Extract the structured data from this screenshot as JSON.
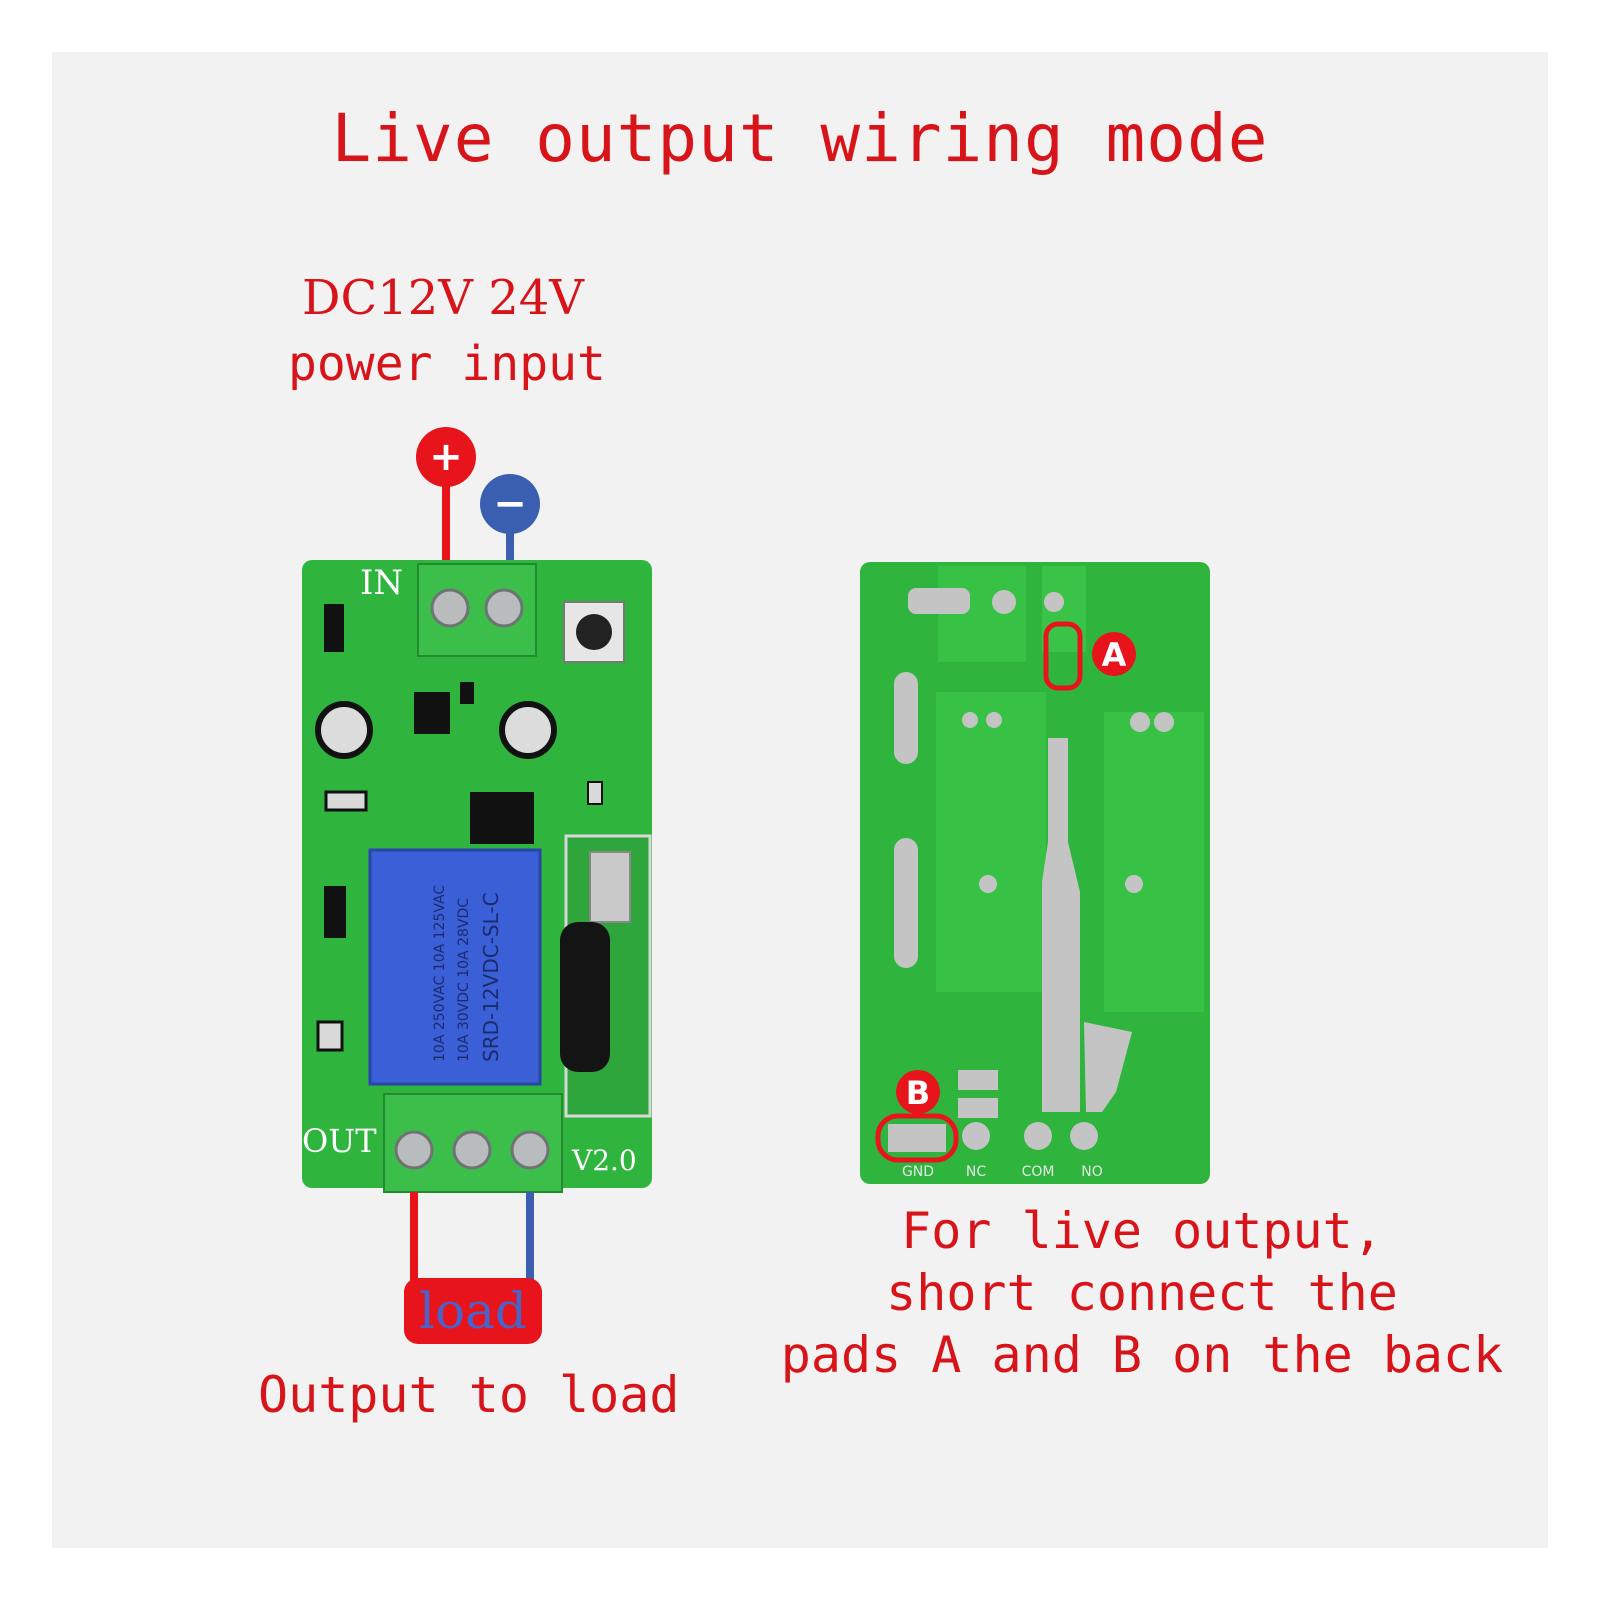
{
  "title": "Live output wiring mode",
  "power": {
    "voltage": "DC12V 24V",
    "label": "power input",
    "plus_symbol": "+",
    "minus_symbol": "−"
  },
  "front_board": {
    "in_label": "IN",
    "out_label": "OUT",
    "version": "V2.0",
    "relay_text": [
      "10A 250VAC  10A 125VAC",
      "10A 30VDC  10A 28VDC",
      "SRD-12VDC-SL-C"
    ]
  },
  "back_board": {
    "pad_a": "A",
    "pad_b": "B",
    "terminals": [
      "GND",
      "NC",
      "COM",
      "NO"
    ]
  },
  "load_label": "load",
  "output_label": "Output to load",
  "note_lines": [
    "For live output,",
    "short connect the",
    "pads A and B on the back"
  ],
  "colors": {
    "text_red": "#d8141b",
    "board_green": "#2fb53e",
    "terminal_green": "#3cbf4a",
    "relay_blue": "#3b5fd6",
    "wire_red": "#e8141b",
    "wire_blue": "#3a5fb0"
  }
}
